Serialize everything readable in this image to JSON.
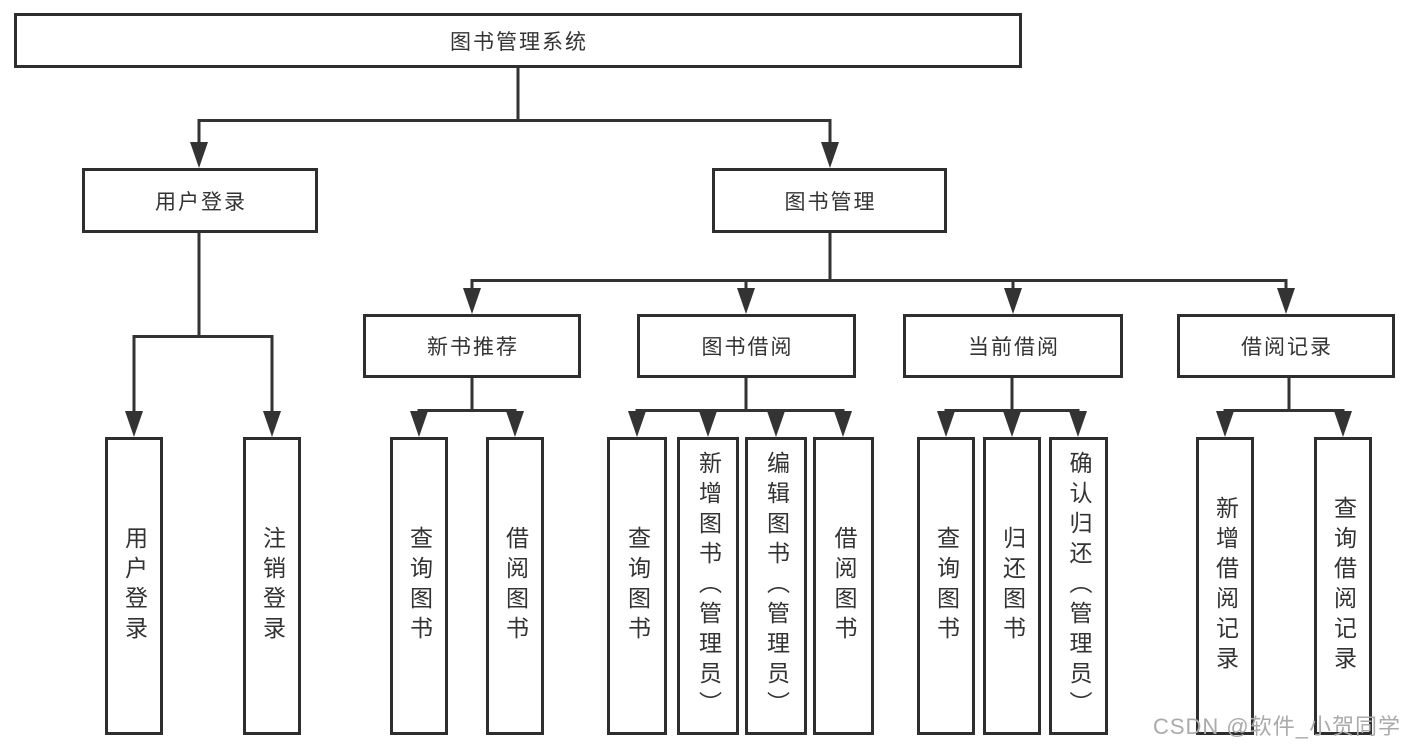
{
  "diagram": {
    "type": "hierarchy",
    "title": "图书管理系统"
  },
  "tree": {
    "label": "图书管理系统",
    "children": [
      {
        "label": "用户登录",
        "children": [
          {
            "label": "用户登录"
          },
          {
            "label": "注销登录"
          }
        ]
      },
      {
        "label": "图书管理",
        "children": [
          {
            "label": "新书推荐",
            "children": [
              {
                "label": "查询图书"
              },
              {
                "label": "借阅图书"
              }
            ]
          },
          {
            "label": "图书借阅",
            "children": [
              {
                "label": "查询图书"
              },
              {
                "label": "新增图书（管理员）"
              },
              {
                "label": "编辑图书（管理员）"
              },
              {
                "label": "借阅图书"
              }
            ]
          },
          {
            "label": "当前借阅",
            "children": [
              {
                "label": "查询图书"
              },
              {
                "label": "归还图书"
              },
              {
                "label": "确认归还（管理员）"
              }
            ]
          },
          {
            "label": "借阅记录",
            "children": [
              {
                "label": "新增借阅记录"
              },
              {
                "label": "查询借阅记录"
              }
            ]
          }
        ]
      }
    ]
  },
  "watermark": {
    "text": "CSDN @软件_小贺同学"
  },
  "colors": {
    "line": "#333333",
    "box_border": "#2e2e2e",
    "text": "#333333",
    "watermark": "#aaaaaa",
    "background": "#ffffff"
  }
}
